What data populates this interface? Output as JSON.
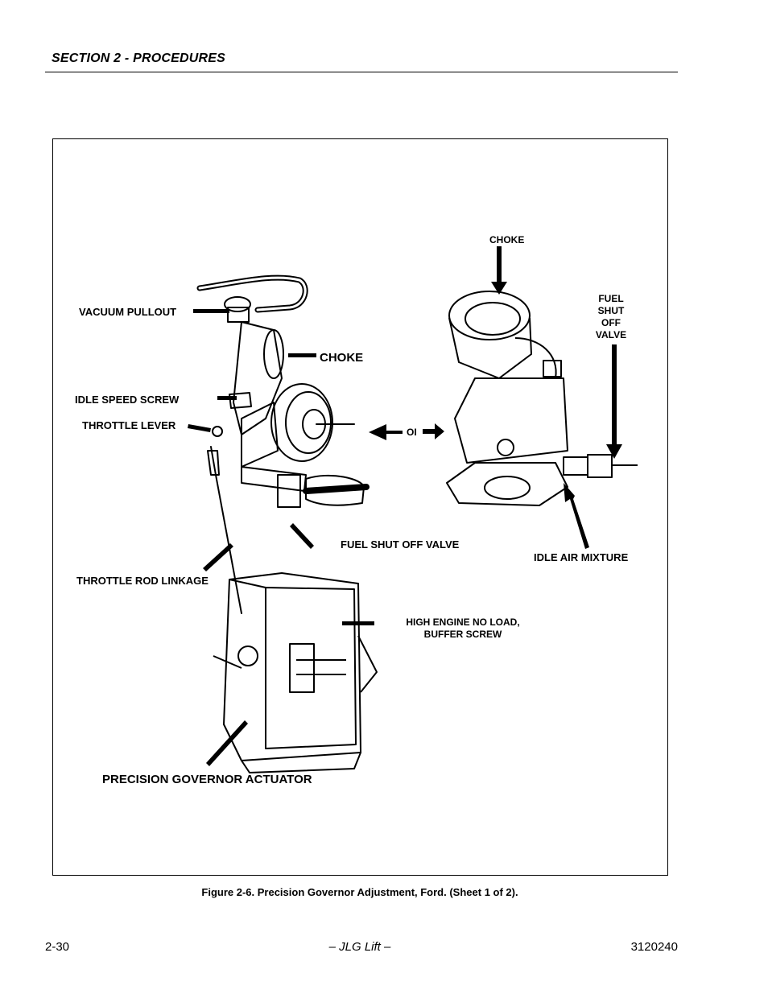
{
  "header": {
    "section": "SECTION 2 - PROCEDURES"
  },
  "figure": {
    "labels": {
      "vacuum_pullout": "VACUUM PULLOUT",
      "choke_left": "CHOKE",
      "idle_speed_screw": "IDLE SPEED SCREW",
      "throttle_lever": "THROTTLE LEVER",
      "fuel_shut_off_valve": "FUEL SHUT OFF VALVE",
      "throttle_rod_linkage": "THROTTLE ROD LINKAGE",
      "choke_right": "CHOKE",
      "fuel_shut_off_valve_right": [
        "FUEL",
        "SHUT",
        "OFF",
        "VALVE"
      ],
      "or": "OI",
      "idle_air_mixture": "IDLE AIR MIXTURE",
      "high_engine_no_load": [
        "HIGH ENGINE NO LOAD,",
        "BUFFER SCREW"
      ],
      "precision_governor_actuator": "PRECISION GOVERNOR ACTUATOR"
    }
  },
  "caption": "Figure 2-6.  Precision Governor Adjustment, Ford. (Sheet 1 of 2).",
  "footer": {
    "page_number": "2-30",
    "center": "– JLG Lift –",
    "doc_number": "3120240"
  }
}
